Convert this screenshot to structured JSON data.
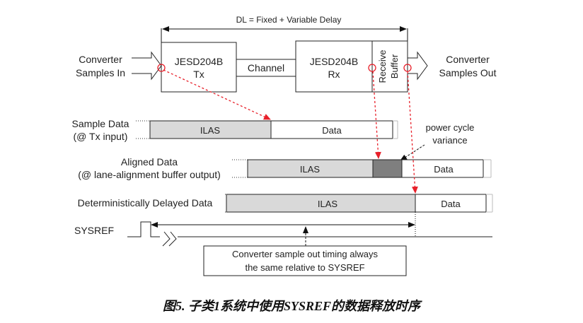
{
  "diagram": {
    "dl_label": "DL = Fixed + Variable Delay",
    "converter_in": [
      "Converter",
      "Samples In"
    ],
    "tx_block": [
      "JESD204B",
      "Tx"
    ],
    "channel": "Channel",
    "rx_block": [
      "JESD204B",
      "Rx"
    ],
    "buffer_label": [
      "Receive",
      "Buffer"
    ],
    "converter_out": [
      "Converter",
      "Samples Out"
    ],
    "rows": [
      {
        "label": [
          "Sample Data",
          "(@ Tx input)"
        ],
        "ilas": "ILAS",
        "data": "Data"
      },
      {
        "label": [
          "Aligned Data",
          "(@ lane-alignment buffer output)"
        ],
        "ilas": "ILAS",
        "data": "Data"
      },
      {
        "label": [
          "Deterministically Delayed Data"
        ],
        "ilas": "ILAS",
        "data": "Data"
      }
    ],
    "power_cycle": [
      "power cycle",
      "variance"
    ],
    "sysref": "SYSREF",
    "note": [
      "Converter sample out timing always",
      "the same relative to SYSREF"
    ],
    "colors": {
      "ilas_fill": "#d9d9d9",
      "variance_fill": "#7f7f7f",
      "red_arrow": "#e8202a"
    }
  },
  "caption": "图5. 子类1系统中使用SYSREF的数据释放时序"
}
